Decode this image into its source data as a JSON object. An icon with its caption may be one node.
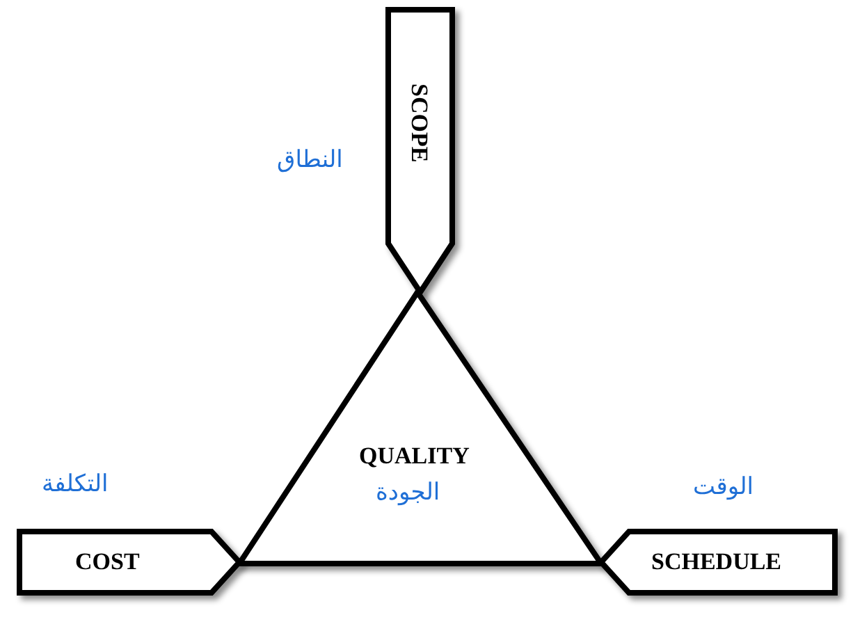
{
  "diagram": {
    "nodes": [
      {
        "text": [
          "SCOPE"
        ],
        "beside": [
          "النطاق"
        ]
      },
      {
        "text": [
          "QUALITY",
          "الجودة"
        ]
      },
      {
        "text": [
          "COST"
        ],
        "beside": [
          "التكلفة"
        ]
      },
      {
        "text": [
          "SCHEDULE"
        ],
        "beside": [
          "الوقت"
        ]
      }
    ]
  }
}
